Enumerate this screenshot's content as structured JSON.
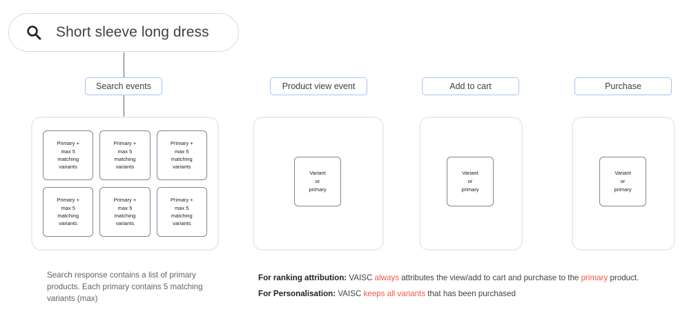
{
  "search": {
    "icon": "search-icon",
    "query": "Short sleeve long dress"
  },
  "flow": {
    "chips": [
      {
        "id": "search-events",
        "label": "Search events"
      },
      {
        "id": "product-view-event",
        "label": "Product view event"
      },
      {
        "id": "add-to-cart",
        "label": "Add to cart"
      },
      {
        "id": "purchase",
        "label": "Purchase"
      }
    ]
  },
  "cards": {
    "search_results": {
      "boxes": [
        "Primary +\nmax 5\nmatching\nvariants",
        "Primary +\nmax 5\nmatching\nvariants",
        "Primary +\nmax 5\nmatching\nvariants",
        "Primary +\nmax 5\nmatching\nvariants",
        "Primary +\nmax 5\nmatching\nvariants",
        "Primary +\nmax 5\nmatching\nvariants"
      ]
    },
    "product_view": {
      "box": "Variant\nor\nprimary"
    },
    "add_to_cart": {
      "box": "Variant\nor\nprimary"
    },
    "purchase": {
      "box": "Variant\nor\nprimary"
    }
  },
  "captions": {
    "left": "Search response contains a list of primary products. Each primary contains 5 matching variants (max)",
    "ranking": {
      "label": "For ranking attribution:",
      "part1": " VAISC ",
      "highlight1": "always",
      "part2": " attributes the view/add to cart and purchase to the ",
      "highlight2": "primary",
      "part3": " product."
    },
    "personalisation": {
      "label": "For Personalisation:",
      "part1": " VAISC ",
      "highlight1": "keeps all variants",
      "part2": " that has been purchased"
    }
  },
  "colors": {
    "chip_border": "#a4c2f4",
    "card_border": "#ededed",
    "box_border": "#7c8592",
    "highlight": "#f05545",
    "connector": "#5f6368",
    "text": "#3c4043"
  }
}
